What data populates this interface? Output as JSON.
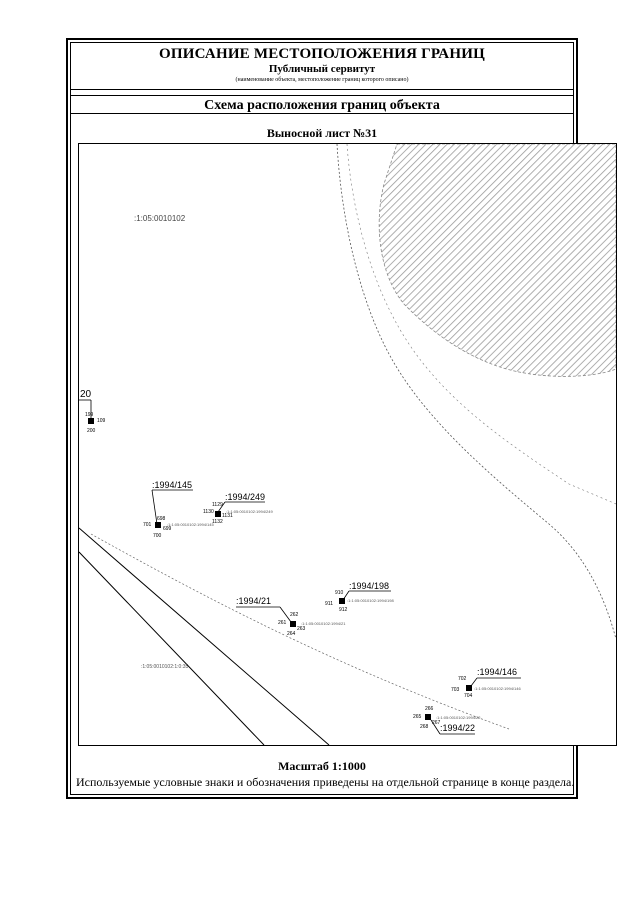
{
  "header": {
    "title": "ОПИСАНИЕ МЕСТОПОЛОЖЕНИЯ ГРАНИЦ",
    "object_name": "Публичный сервитут",
    "object_caption": "(наименование объекта, местоположение границ которого описано)",
    "scheme_title": "Схема расположения границ объекта",
    "sheet_title": "Выносной лист №31"
  },
  "map": {
    "quarter_label": ":1:05:0010102",
    "parcels": [
      {
        "label": "20",
        "points": [
          "199",
          "109",
          "200"
        ]
      },
      {
        "label": ":1994/145",
        "points": [
          "698",
          "701",
          "699",
          "700"
        ]
      },
      {
        "label": ":1994/249",
        "points": [
          "1129",
          "1130",
          "1131",
          "1132"
        ]
      },
      {
        "label": ":1994/21",
        "points": [
          "262",
          "261",
          "263",
          "264"
        ]
      },
      {
        "label": ":1994/198",
        "points": [
          "910",
          "911",
          "912"
        ]
      },
      {
        "label": ":1994/146",
        "points": [
          "702",
          "703",
          "704"
        ]
      },
      {
        "label": ":1994/22",
        "points": [
          "266",
          "265",
          "267",
          "268"
        ]
      }
    ],
    "hatch_color": "#9a9a9a"
  },
  "footer": {
    "scale": "Масштаб 1:1000",
    "legend_note": "Используемые условные знаки и обозначения приведены на отдельной странице в конце раздела."
  }
}
